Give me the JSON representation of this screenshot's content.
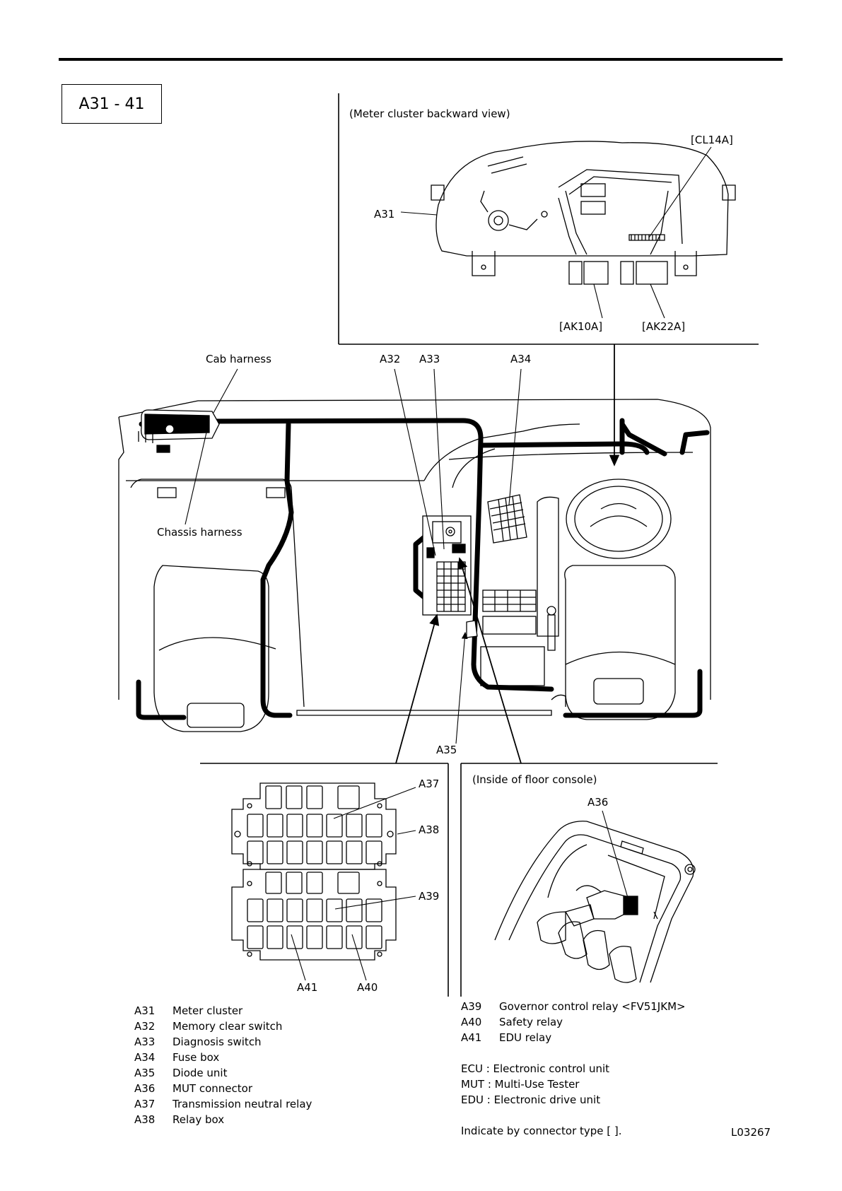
{
  "page_id": "A31 - 41",
  "figure_code": "L03267",
  "meter_view": {
    "title": "(Meter cluster backward view)",
    "labels": {
      "a31": "A31",
      "cl14a": "[CL14A]",
      "ak10a": "[AK10A]",
      "ak22a": "[AK22A]"
    }
  },
  "cab": {
    "labels": {
      "cab_harness": "Cab harness",
      "chassis_harness": "Chassis harness",
      "a32": "A32",
      "a33": "A33",
      "a34": "A34",
      "a35": "A35"
    }
  },
  "relay_box": {
    "labels": {
      "a37": "A37",
      "a38": "A38",
      "a39": "A39",
      "a40": "A40",
      "a41": "A41"
    }
  },
  "floor_console": {
    "title": "(Inside of floor console)",
    "labels": {
      "a36": "A36"
    }
  },
  "legend_left": [
    {
      "code": "A31",
      "desc": "Meter cluster"
    },
    {
      "code": "A32",
      "desc": "Memory clear switch"
    },
    {
      "code": "A33",
      "desc": "Diagnosis switch"
    },
    {
      "code": "A34",
      "desc": "Fuse box"
    },
    {
      "code": "A35",
      "desc": "Diode unit"
    },
    {
      "code": "A36",
      "desc": "MUT connector"
    },
    {
      "code": "A37",
      "desc": "Transmission neutral relay"
    },
    {
      "code": "A38",
      "desc": "Relay box"
    }
  ],
  "legend_right": [
    {
      "code": "A39",
      "desc": "Governor control relay <FV51JKM>"
    },
    {
      "code": "A40",
      "desc": "Safety relay"
    },
    {
      "code": "A41",
      "desc": "EDU relay"
    }
  ],
  "abbreviations": [
    "ECU : Electronic control unit",
    "MUT : Multi-Use Tester",
    "EDU : Electronic drive unit"
  ],
  "footnote": "Indicate by connector type [  ]."
}
